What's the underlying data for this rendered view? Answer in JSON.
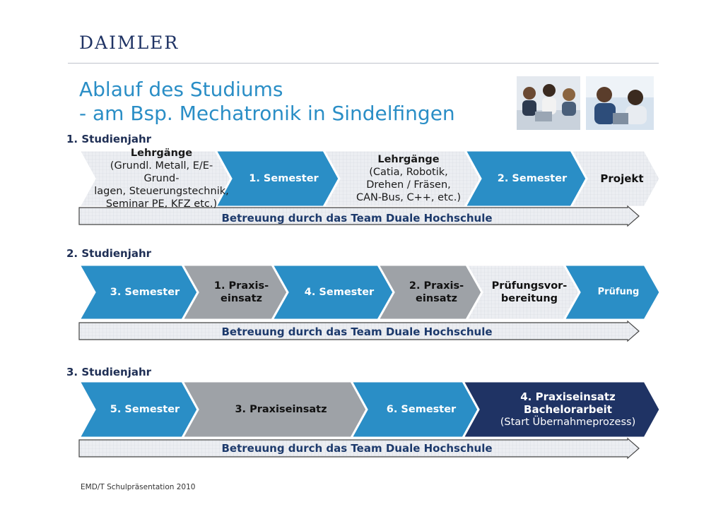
{
  "header": {
    "logo": "DAIMLER",
    "title_line1": "Ablauf des Studiums",
    "title_line2": "- am Bsp. Mechatronik in Sindelfingen"
  },
  "support_label": "Betreuung durch das Team Duale Hochschule",
  "footer": "EMD/T Schulpräsentation 2010",
  "colors": {
    "blue": "#2a8ec6",
    "grey": "#9ea2a7",
    "navy": "#1f3364",
    "light": "#e9eaee"
  },
  "years": [
    {
      "label": "1. Studienjahr",
      "phases": [
        {
          "style": "light",
          "bold": "Lehrgänge",
          "lines": "(Grundl. Metall, E/E- Grund-\nlagen, Steuerungstechnik,\nSeminar PE, KFZ etc.)"
        },
        {
          "style": "blue",
          "text": "1. Semester"
        },
        {
          "style": "light",
          "bold": "Lehrgänge",
          "lines": "(Catia, Robotik,\nDrehen / Fräsen,\nCAN-Bus, C++,  etc.)"
        },
        {
          "style": "blue",
          "text": "2. Semester"
        },
        {
          "style": "light-bold",
          "text": "Projekt"
        }
      ]
    },
    {
      "label": "2. Studienjahr",
      "phases": [
        {
          "style": "blue",
          "text": "3. Semester"
        },
        {
          "style": "grey",
          "text": "1. Praxis-\neinsatz"
        },
        {
          "style": "blue",
          "text": "4. Semester"
        },
        {
          "style": "grey",
          "text": "2. Praxis-\neinsatz"
        },
        {
          "style": "light-bold",
          "text": "Prüfungsvor-\nbereitung"
        },
        {
          "style": "blue",
          "text": "Prüfung"
        }
      ]
    },
    {
      "label": "3. Studienjahr",
      "phases": [
        {
          "style": "blue",
          "text": "5. Semester"
        },
        {
          "style": "grey",
          "text": "3. Praxiseinsatz"
        },
        {
          "style": "blue",
          "text": "6. Semester"
        },
        {
          "style": "navy",
          "bold": "4. Praxiseinsatz\nBachelorarbeit",
          "lines": "(Start Übernahmeprozess)"
        }
      ]
    }
  ]
}
